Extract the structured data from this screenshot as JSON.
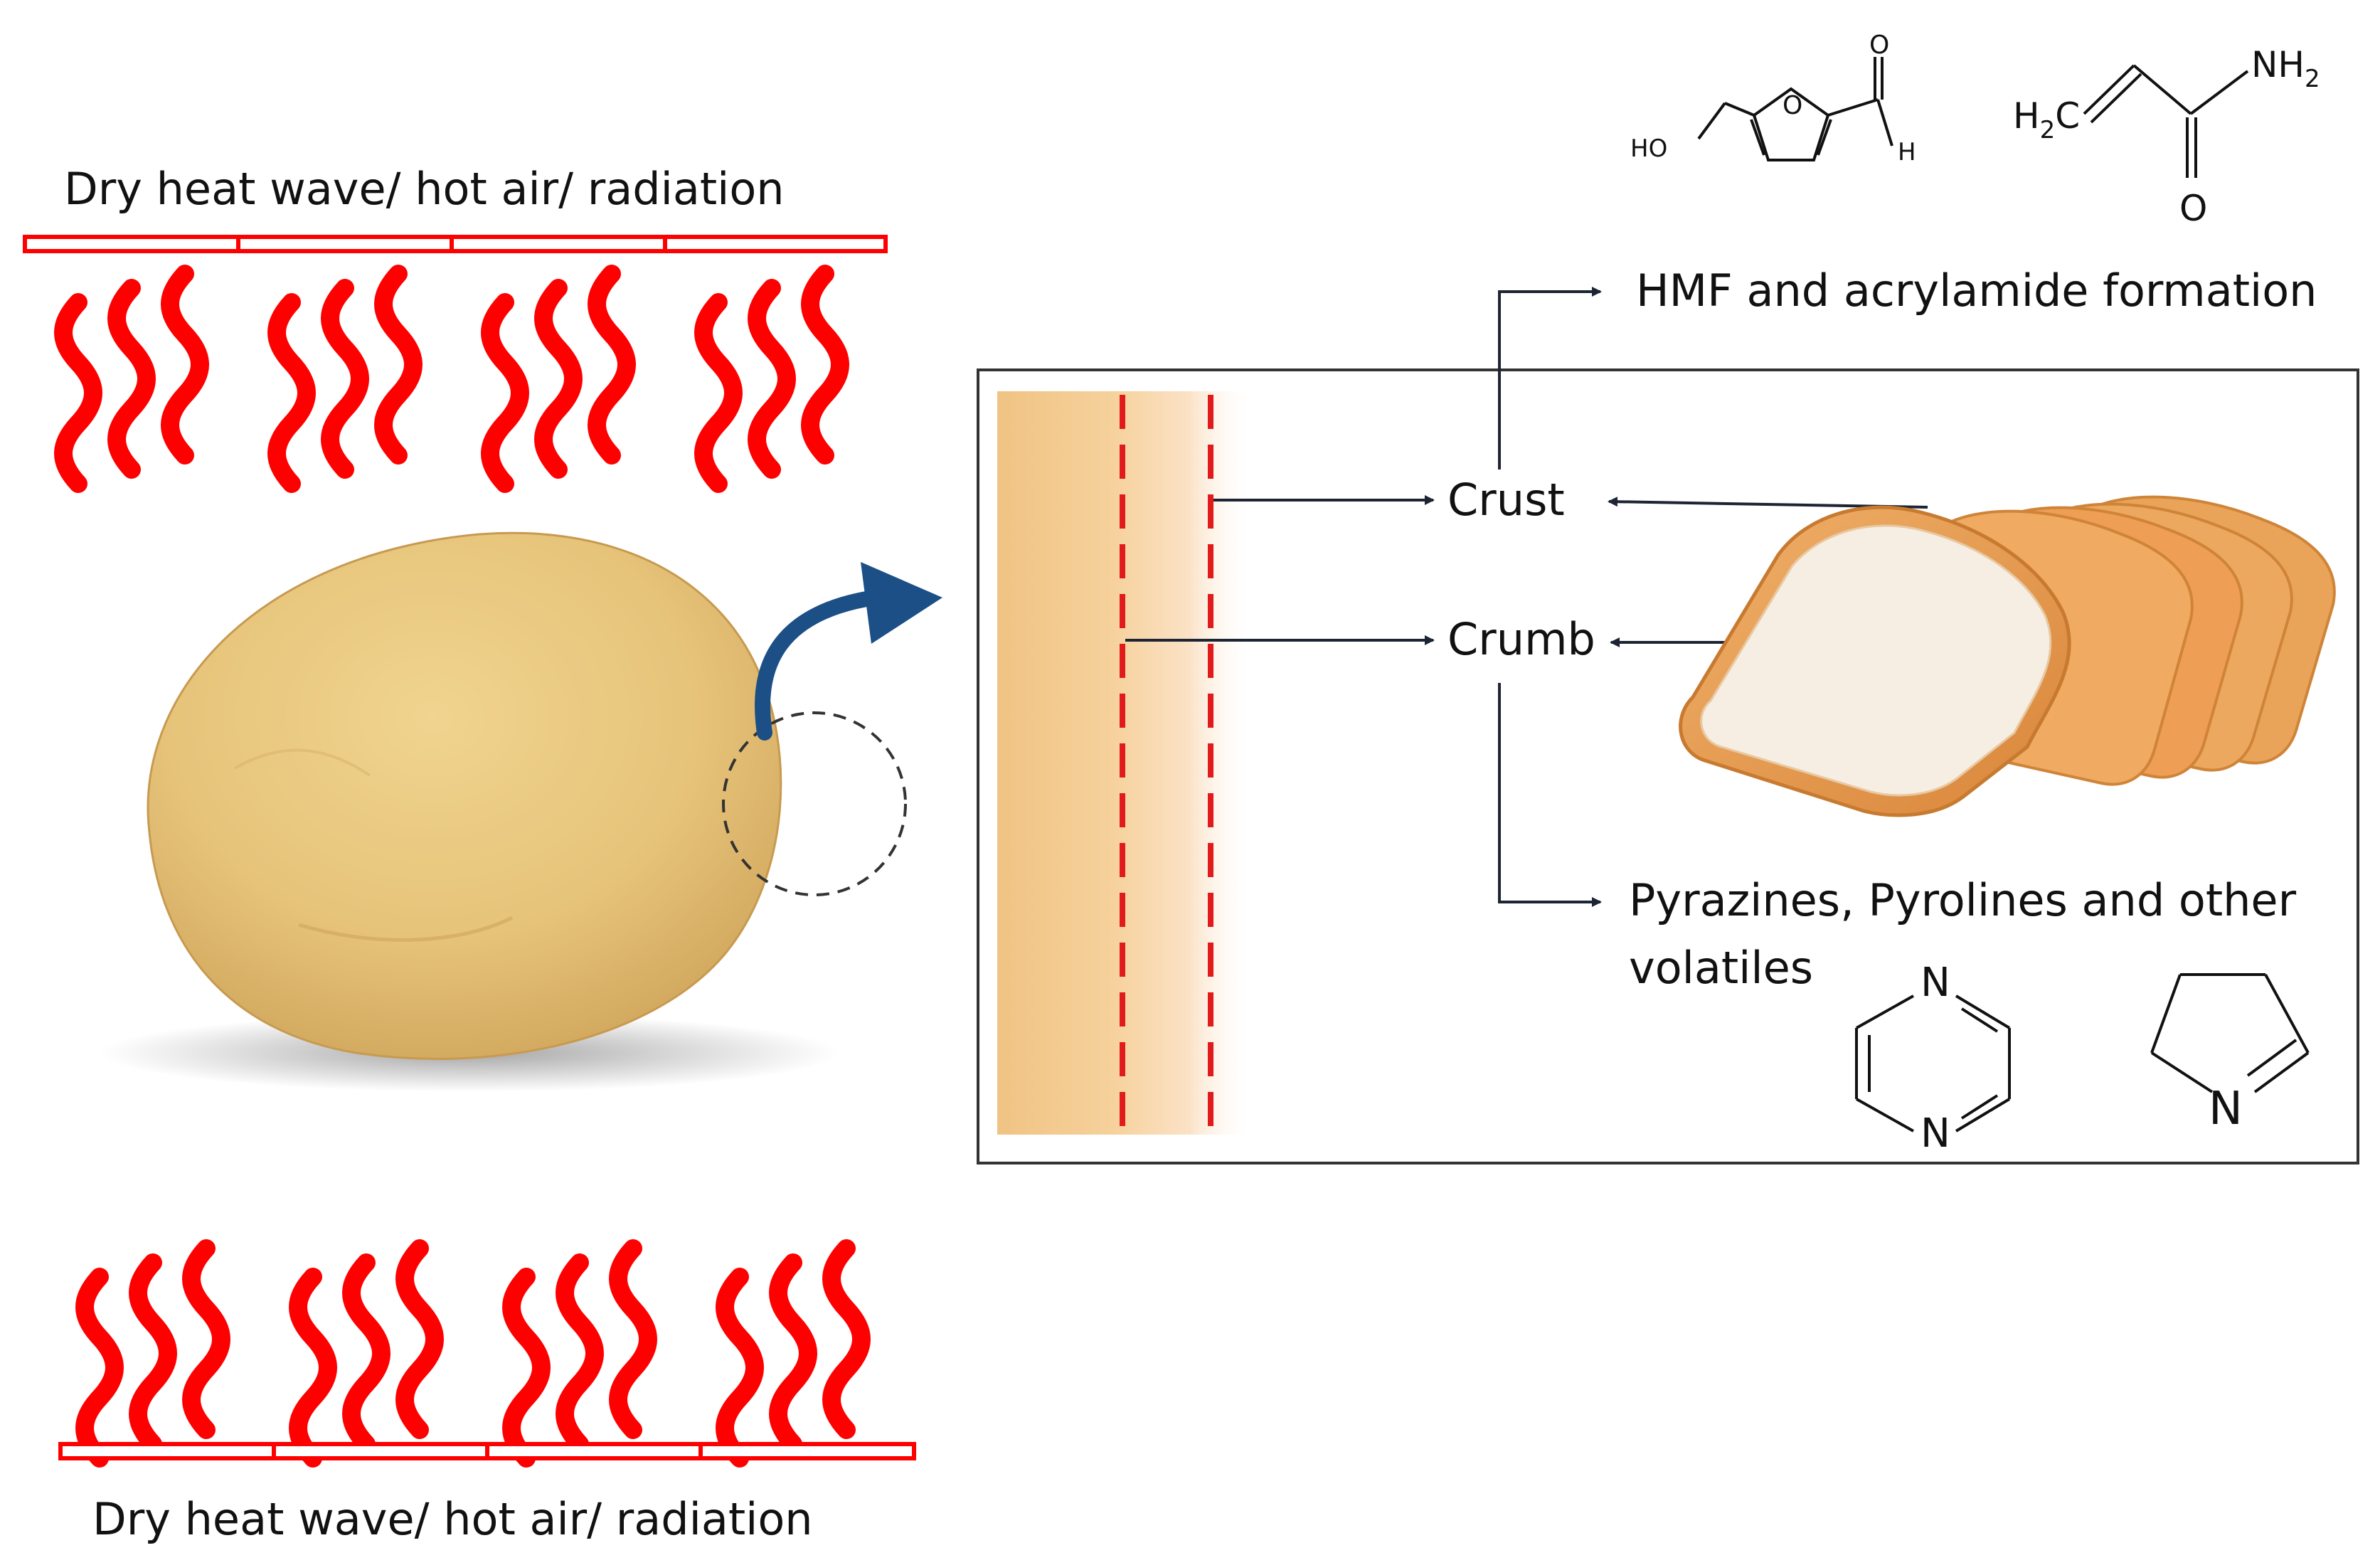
{
  "heat_source": {
    "top_label": "Dry heat wave/ hot air/ radiation",
    "bottom_label": "Dry heat wave/ hot air/ radiation",
    "color": "#ff0000"
  },
  "layers": {
    "crust_label": "Crust",
    "crumb_label": "Crumb"
  },
  "outcomes": {
    "hmf_label": "HMF and acrylamide formation",
    "volatiles_label_line1": "Pyrazines, Pyrolines and other",
    "volatiles_label_line2": "volatiles"
  },
  "molecules": {
    "hmf": {
      "atom_ho": "HO",
      "atom_o_ring": "O",
      "atom_o_carbonyl": "O",
      "atom_h": "H"
    },
    "acrylamide": {
      "atom_h2c": "H",
      "atom_h2c_sub": "2",
      "atom_h2c_c": "C",
      "atom_nh2": "NH",
      "atom_nh2_sub": "2",
      "atom_o": "O"
    },
    "pyrazine": {
      "atom_n_top": "N",
      "atom_n_bottom": "N"
    },
    "pyrroline": {
      "atom_n": "N"
    }
  },
  "colors": {
    "heat": "#ff0000",
    "arrow_blue": "#1b4f86",
    "dough": "#e6c379",
    "bread_crust": "#e49a4e",
    "bread_crumb": "#f5ece1",
    "cross_section": "#f2c987",
    "dashed_line": "#e11b1b"
  },
  "icons": [
    "wavy-heat-icon",
    "curved-arrow-icon",
    "dough-ball",
    "bread-slices",
    "zoom-circle"
  ]
}
